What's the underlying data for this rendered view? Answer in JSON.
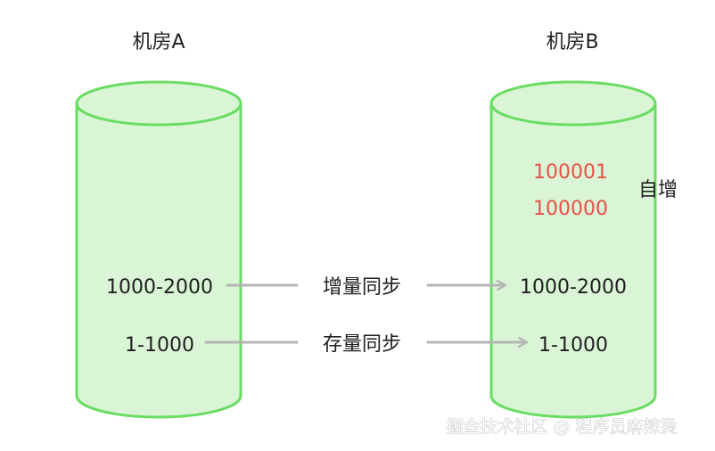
{
  "room_a": {
    "title": "机房A",
    "rows": [
      "1000-2000",
      "1-1000"
    ]
  },
  "room_b": {
    "title": "机房B",
    "auto_ids": [
      "100001",
      "100000"
    ],
    "auto_label": "自增",
    "rows": [
      "1000-2000",
      "1-1000"
    ]
  },
  "sync": {
    "incremental": "增量同步",
    "stock": "存量同步"
  },
  "watermark": "掘金技术社区 @ 程序员麻辣烫",
  "colors": {
    "cylinder_fill": "#d9f5d5",
    "cylinder_stroke": "#6adc63",
    "arrow": "#b5b5b5",
    "red_text": "#e8504a"
  }
}
